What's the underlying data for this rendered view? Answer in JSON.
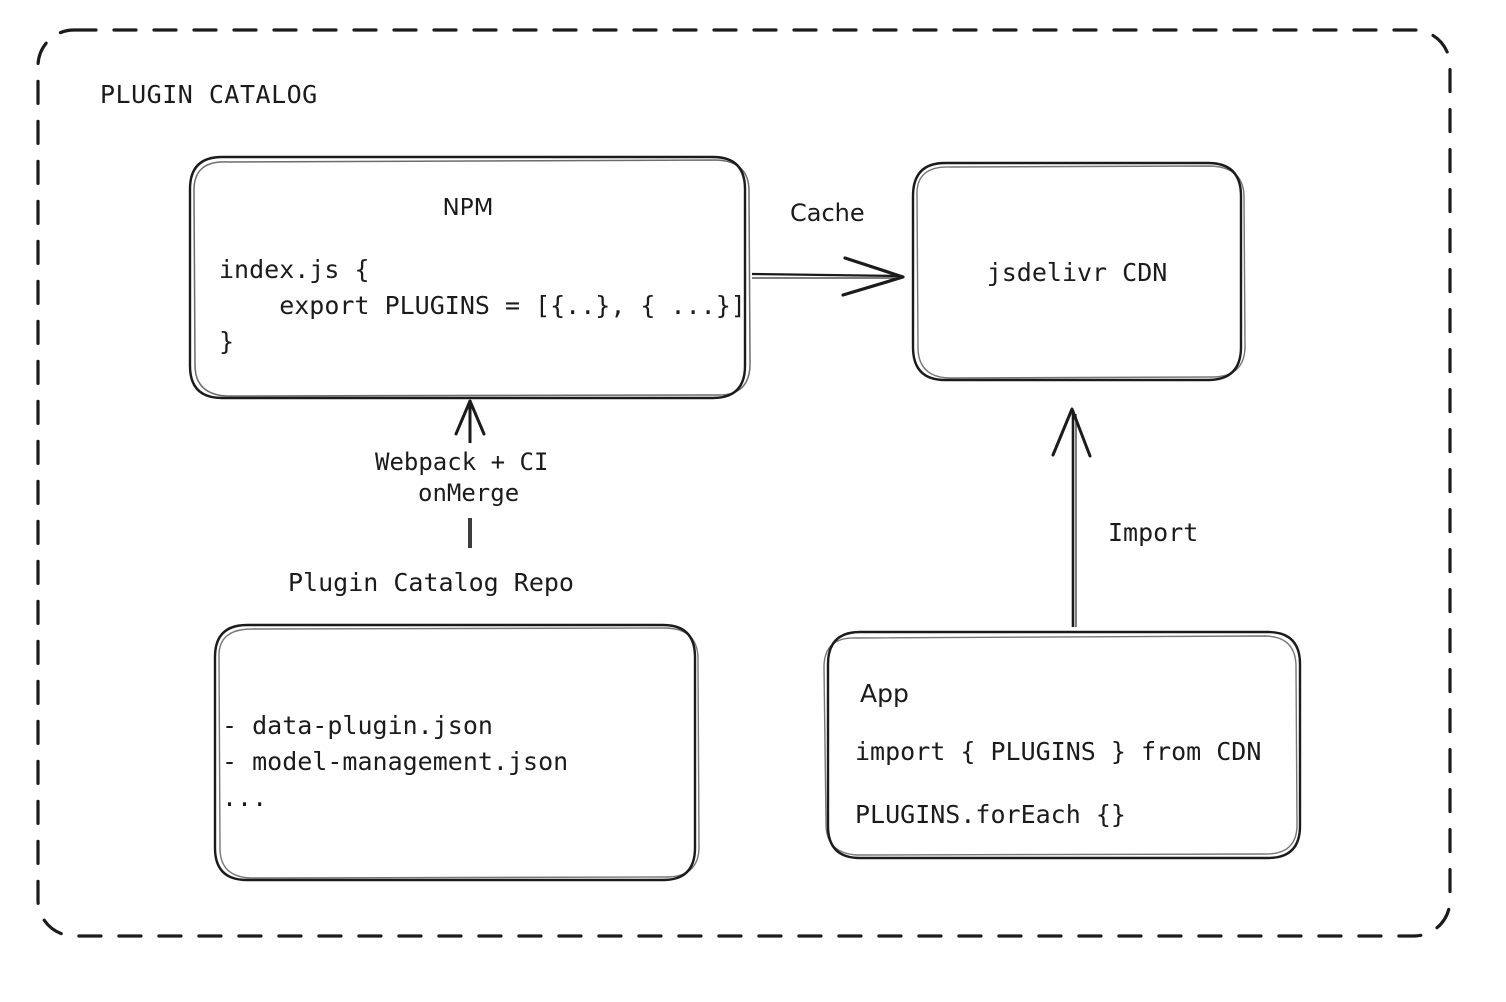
{
  "diagram": {
    "title": "PLUGIN CATALOG",
    "background_color": "#ffffff",
    "stroke_color": "#1b1b1b",
    "style": "hand-drawn rounded boxes with dashed outer container"
  },
  "nodes": {
    "npm": {
      "title": "NPM",
      "code_lines": [
        "index.js {",
        "    export PLUGINS = [{..}, { ...}]",
        "}"
      ]
    },
    "cdn": {
      "title": "jsdelivr CDN"
    },
    "repo": {
      "caption": "Plugin Catalog Repo",
      "file_lines": [
        "- data-plugin.json",
        "- model-management.json",
        "..."
      ]
    },
    "app": {
      "title": "App",
      "code_line_1": "import { PLUGINS } from CDN",
      "code_line_2": "PLUGINS.forEach {}"
    }
  },
  "edges": {
    "cache": {
      "label": "Cache",
      "from": "npm",
      "to": "cdn",
      "direction": "right"
    },
    "build": {
      "label_line_1": "Webpack + CI",
      "label_line_2": "onMerge",
      "from": "repo",
      "to": "npm",
      "direction": "up"
    },
    "import": {
      "label": "Import",
      "from": "app",
      "to": "cdn",
      "direction": "up"
    }
  }
}
